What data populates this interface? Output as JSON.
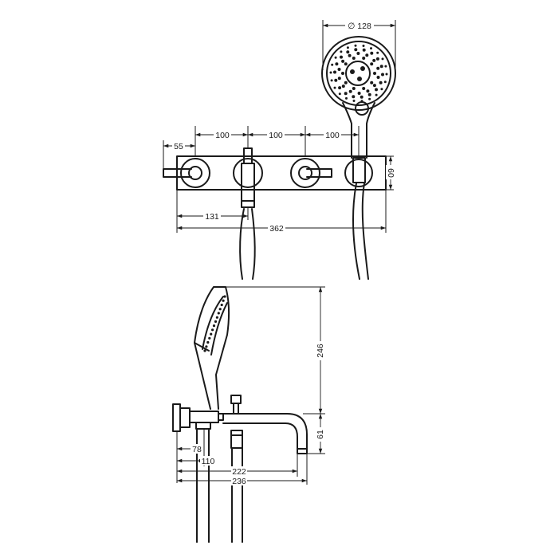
{
  "dimensions": {
    "front": {
      "head_diameter": "∅ 128",
      "offset_left": "55",
      "spacing_1": "100",
      "spacing_2": "100",
      "spacing_3": "100",
      "plate_height": "60",
      "outlet_offset": "131",
      "plate_width": "362"
    },
    "side": {
      "shower_height": "246",
      "spout_height": "61",
      "depth_78": "78",
      "depth_110": "110",
      "depth_222": "222",
      "depth_236": "236"
    }
  }
}
